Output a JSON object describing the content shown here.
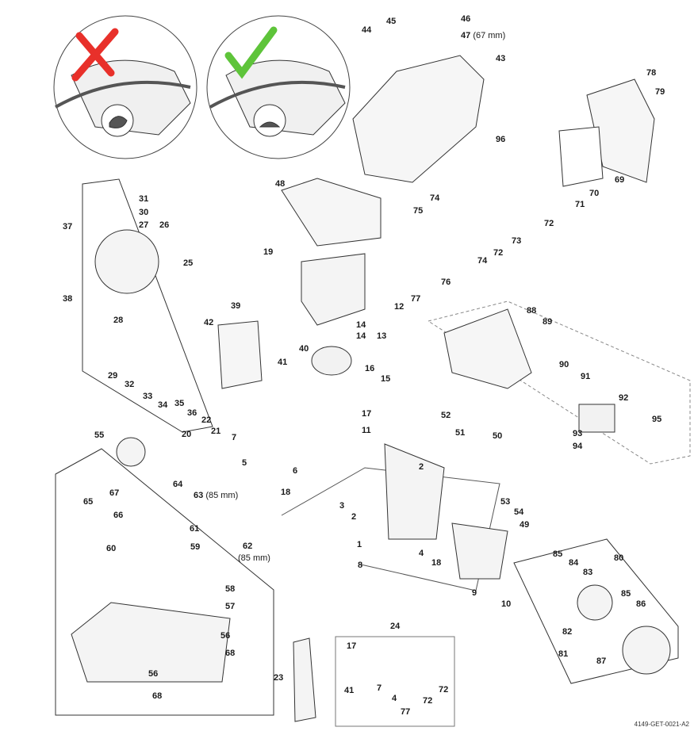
{
  "diagram_id": "4149-GET-0021-A2",
  "callouts": {
    "correct_mark": "check",
    "wrong_mark": "cross",
    "wrong_color": "#e8302a",
    "correct_color": "#5ec43a"
  },
  "labels": [
    "44",
    "45",
    "46",
    "47",
    "43",
    "78",
    "79",
    "96",
    "69",
    "70",
    "71",
    "72",
    "48",
    "74",
    "75",
    "73",
    "72",
    "74",
    "19",
    "76",
    "77",
    "12",
    "31",
    "30",
    "27",
    "26",
    "25",
    "37",
    "38",
    "28",
    "39",
    "42",
    "40",
    "41",
    "14",
    "14",
    "13",
    "16",
    "15",
    "29",
    "32",
    "33",
    "34",
    "35",
    "36",
    "22",
    "21",
    "20",
    "17",
    "7",
    "5",
    "6",
    "11",
    "18",
    "88",
    "89",
    "90",
    "91",
    "92",
    "95",
    "93",
    "94",
    "52",
    "51",
    "50",
    "2",
    "3",
    "2",
    "53",
    "54",
    "49",
    "1",
    "4",
    "18",
    "8",
    "9",
    "10",
    "80",
    "85",
    "84",
    "83",
    "85",
    "86",
    "82",
    "81",
    "87",
    "55",
    "64",
    "67",
    "63",
    "65",
    "66",
    "61",
    "59",
    "60",
    "62",
    "58",
    "57",
    "56",
    "68",
    "56",
    "68",
    "24",
    "17",
    "23",
    "41",
    "7",
    "4",
    "77",
    "72",
    "72"
  ],
  "notes": {
    "n47": "(67 mm)",
    "n63": "(85 mm)",
    "n62": "(85 mm)"
  }
}
